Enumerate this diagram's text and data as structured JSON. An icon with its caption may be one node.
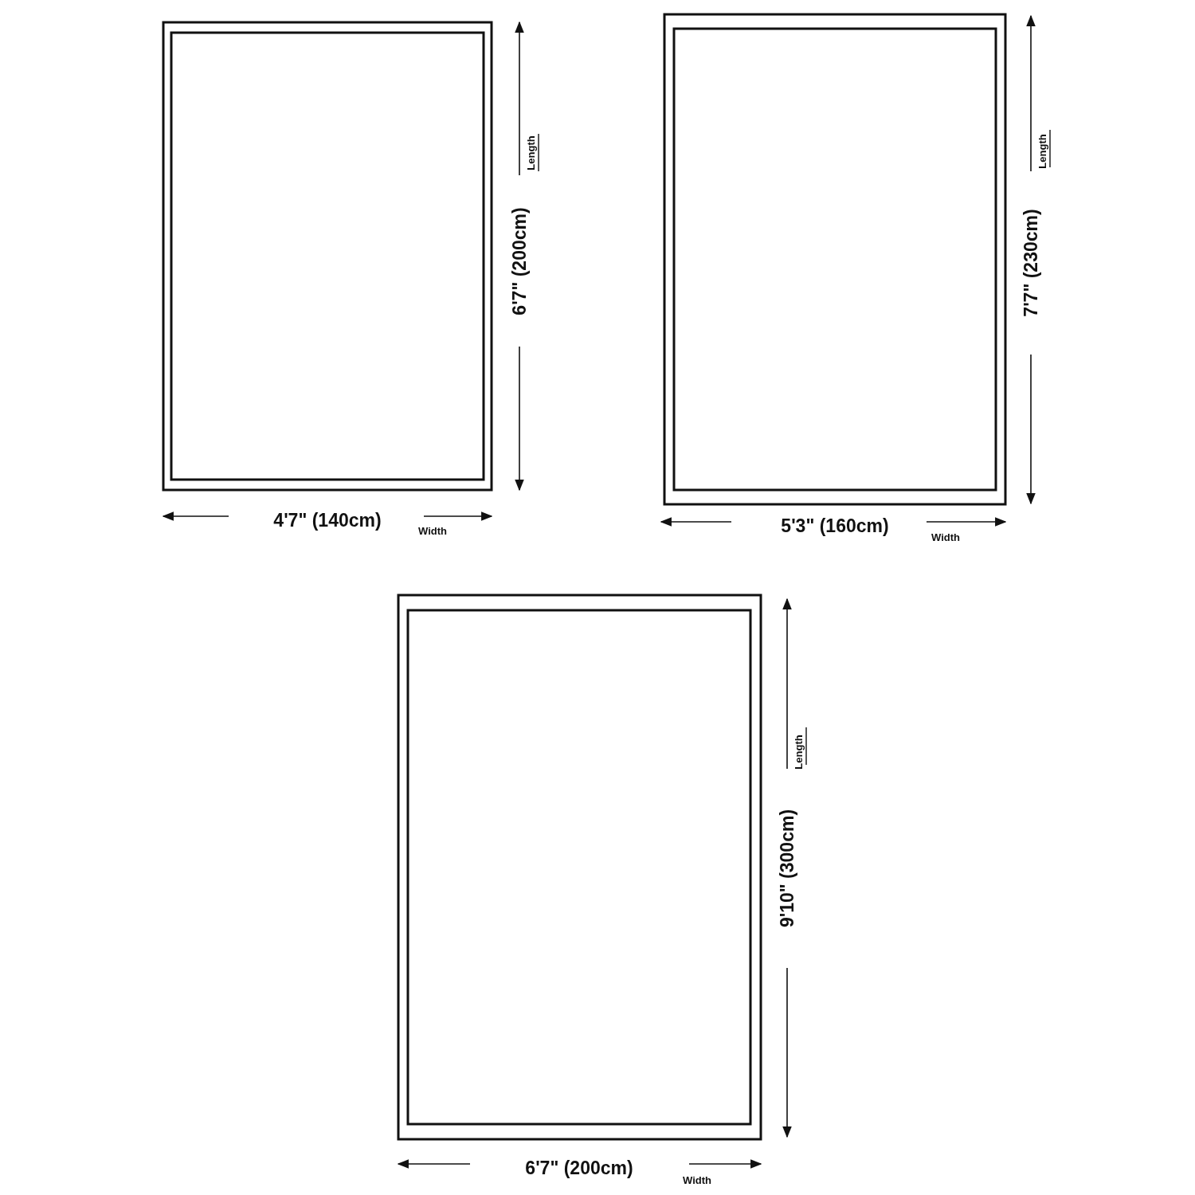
{
  "diagram": {
    "labels": [
      "Length",
      "6'7\" (200cm)",
      "4'7\" (140cm)",
      "Width",
      "Length",
      "7'7\" (230cm)",
      "5'3\" (160cm)",
      "Width",
      "Length",
      "9'10\" (300cm)",
      "6'7\" (200cm)",
      "Width"
    ]
  }
}
